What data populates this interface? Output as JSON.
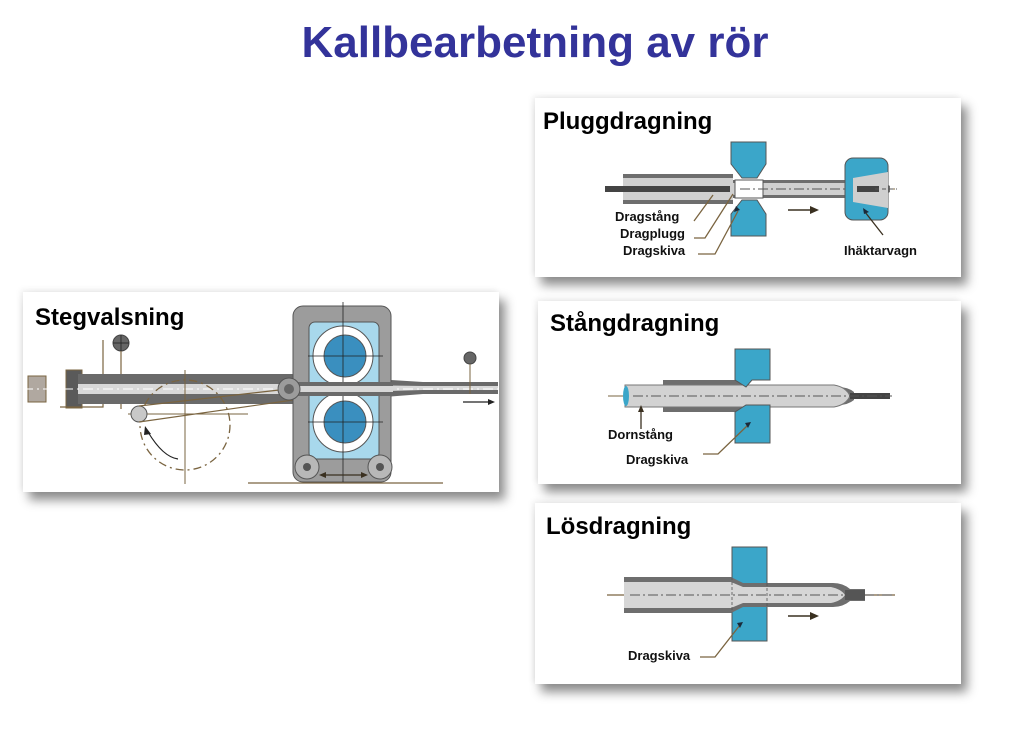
{
  "title": "Kallbearbetning av rör",
  "colors": {
    "title": "#33339a",
    "die_blue": "#3ba6c9",
    "tube_dark": "#6e6e6e",
    "tube_light": "#d4d4d4",
    "annotation_line": "#7a6440"
  },
  "panels": {
    "pluggdragning": {
      "title": "Pluggdragning",
      "labels": [
        "Dragstång",
        "Dragplugg",
        "Dragskiva",
        "Ihäktarvagn"
      ]
    },
    "stegvalsning": {
      "title": "Stegvalsning"
    },
    "stangdragning": {
      "title": "Stångdragning",
      "labels": [
        "Dornstång",
        "Dragskiva"
      ]
    },
    "losdragning": {
      "title": "Lösdragning",
      "labels": [
        "Dragskiva"
      ]
    }
  }
}
